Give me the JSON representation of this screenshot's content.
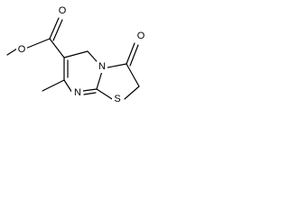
{
  "molecule": {
    "atoms": {
      "ester_o_double": "O",
      "ester_o_single": "O",
      "ring_n_bridge": "N",
      "ring_n_lower": "N",
      "ketone_o": "O",
      "ring_s": "S"
    }
  },
  "colors": {
    "bond": "#000000",
    "label": "#000000",
    "background": "#ffffff"
  }
}
